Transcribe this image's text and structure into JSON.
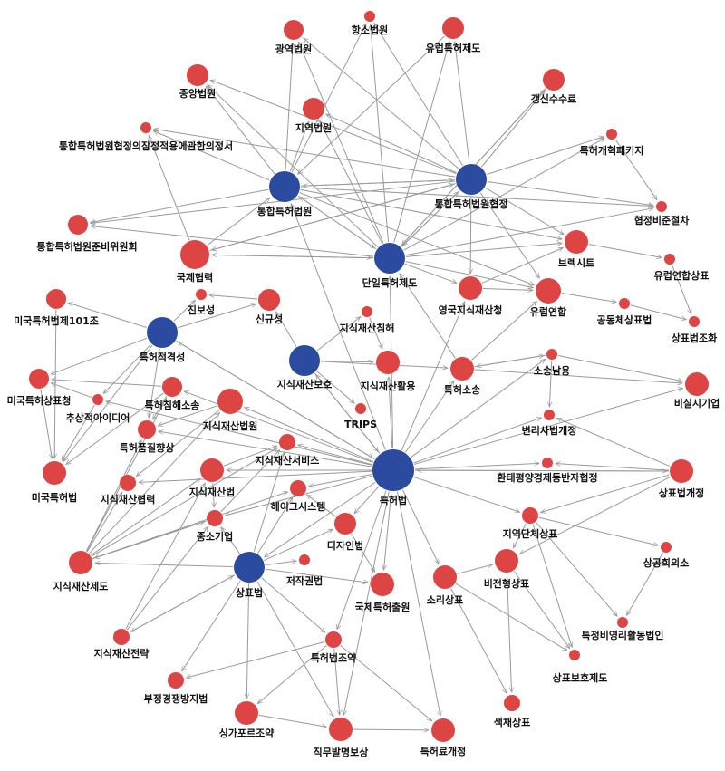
{
  "colors": {
    "red": "#dd4444",
    "blue": "#2a4ba0",
    "edge": "#999999"
  },
  "nodes": [
    {
      "id": "n0",
      "label": "항소법원",
      "color": "red"
    },
    {
      "id": "n1",
      "label": "광역법원",
      "color": "red"
    },
    {
      "id": "n2",
      "label": "유럽특허제도",
      "color": "red"
    },
    {
      "id": "n3",
      "label": "중앙법원",
      "color": "red"
    },
    {
      "id": "n4",
      "label": "갱신수수료",
      "color": "red"
    },
    {
      "id": "n5",
      "label": "지역법원",
      "color": "red"
    },
    {
      "id": "n6",
      "label": "통합특허법원협정의잠정적용에관한의정서",
      "color": "red"
    },
    {
      "id": "n7",
      "label": "특허개혁패키지",
      "color": "red"
    },
    {
      "id": "n8",
      "label": "통합특허법원협정",
      "color": "blue"
    },
    {
      "id": "n9",
      "label": "통합특허법원",
      "color": "blue"
    },
    {
      "id": "n10",
      "label": "협정비준절차",
      "color": "red"
    },
    {
      "id": "n11",
      "label": "통합특허법원준비위원회",
      "color": "red"
    },
    {
      "id": "n12",
      "label": "브렉시트",
      "color": "red"
    },
    {
      "id": "n13",
      "label": "국제협력",
      "color": "red"
    },
    {
      "id": "n14",
      "label": "단일특허제도",
      "color": "blue"
    },
    {
      "id": "n15",
      "label": "유럽연합상표",
      "color": "red"
    },
    {
      "id": "n16",
      "label": "미국특허법제101조",
      "color": "red"
    },
    {
      "id": "n17",
      "label": "진보성",
      "color": "red"
    },
    {
      "id": "n18",
      "label": "신규성",
      "color": "red"
    },
    {
      "id": "n19",
      "label": "영국지식재산청",
      "color": "red"
    },
    {
      "id": "n20",
      "label": "유럽연합",
      "color": "red"
    },
    {
      "id": "n21",
      "label": "지식재산침해",
      "color": "red"
    },
    {
      "id": "n22",
      "label": "공동체상표법",
      "color": "red"
    },
    {
      "id": "n23",
      "label": "상표법조화",
      "color": "red"
    },
    {
      "id": "n24",
      "label": "특허적격성",
      "color": "blue"
    },
    {
      "id": "n25",
      "label": "지식재산보호",
      "color": "blue"
    },
    {
      "id": "n26",
      "label": "지식재산활용",
      "color": "red"
    },
    {
      "id": "n27",
      "label": "소송남용",
      "color": "red"
    },
    {
      "id": "n28",
      "label": "특허소송",
      "color": "red"
    },
    {
      "id": "n29",
      "label": "미국특허상표청",
      "color": "red"
    },
    {
      "id": "n30",
      "label": "특허침해소송",
      "color": "red"
    },
    {
      "id": "n31",
      "label": "비실시기업",
      "color": "red"
    },
    {
      "id": "n32",
      "label": "추상적아이디어",
      "color": "red"
    },
    {
      "id": "n33",
      "label": "지식재산법원",
      "color": "red"
    },
    {
      "id": "n34",
      "label": "TRIPS",
      "color": "red"
    },
    {
      "id": "n35",
      "label": "변리사법개정",
      "color": "red"
    },
    {
      "id": "n36",
      "label": "특허품질향상",
      "color": "red"
    },
    {
      "id": "n37",
      "label": "지식재산서비스",
      "color": "red"
    },
    {
      "id": "n38",
      "label": "특허법",
      "color": "blue"
    },
    {
      "id": "n39",
      "label": "환태평양경제동반자협정",
      "color": "red"
    },
    {
      "id": "n40",
      "label": "미국특허법",
      "color": "red"
    },
    {
      "id": "n41",
      "label": "지식재산협력",
      "color": "red"
    },
    {
      "id": "n42",
      "label": "지식재산법",
      "color": "red"
    },
    {
      "id": "n43",
      "label": "상표법개정",
      "color": "red"
    },
    {
      "id": "n44",
      "label": "헤이그시스템",
      "color": "red"
    },
    {
      "id": "n45",
      "label": "중소기업",
      "color": "red"
    },
    {
      "id": "n46",
      "label": "디자인법",
      "color": "red"
    },
    {
      "id": "n47",
      "label": "지역단체상표",
      "color": "red"
    },
    {
      "id": "n48",
      "label": "상공회의소",
      "color": "red"
    },
    {
      "id": "n49",
      "label": "지식재산제도",
      "color": "red"
    },
    {
      "id": "n50",
      "label": "상표법",
      "color": "blue"
    },
    {
      "id": "n51",
      "label": "저작권법",
      "color": "red"
    },
    {
      "id": "n52",
      "label": "비전형상표",
      "color": "red"
    },
    {
      "id": "n53",
      "label": "소리상표",
      "color": "red"
    },
    {
      "id": "n54",
      "label": "국제특허출원",
      "color": "red"
    },
    {
      "id": "n55",
      "label": "특정비영리활동법인",
      "color": "red"
    },
    {
      "id": "n56",
      "label": "지식재산전략",
      "color": "red"
    },
    {
      "id": "n57",
      "label": "특허법조약",
      "color": "red"
    },
    {
      "id": "n58",
      "label": "상표보호제도",
      "color": "red"
    },
    {
      "id": "n59",
      "label": "부정경쟁방지법",
      "color": "red"
    },
    {
      "id": "n60",
      "label": "색채상표",
      "color": "red"
    },
    {
      "id": "n61",
      "label": "싱가포르조약",
      "color": "red"
    },
    {
      "id": "n62",
      "label": "직무발명보상",
      "color": "red"
    },
    {
      "id": "n63",
      "label": "특허료개정",
      "color": "red"
    }
  ],
  "edges": [
    [
      "n8",
      "n0"
    ],
    [
      "n8",
      "n1"
    ],
    [
      "n8",
      "n2"
    ],
    [
      "n8",
      "n3"
    ],
    [
      "n8",
      "n4"
    ],
    [
      "n8",
      "n5"
    ],
    [
      "n8",
      "n6"
    ],
    [
      "n8",
      "n7"
    ],
    [
      "n8",
      "n9"
    ],
    [
      "n8",
      "n10"
    ],
    [
      "n8",
      "n11"
    ],
    [
      "n8",
      "n12"
    ],
    [
      "n8",
      "n13"
    ],
    [
      "n8",
      "n14"
    ],
    [
      "n8",
      "n19"
    ],
    [
      "n8",
      "n20"
    ],
    [
      "n9",
      "n0"
    ],
    [
      "n9",
      "n1"
    ],
    [
      "n9",
      "n3"
    ],
    [
      "n9",
      "n5"
    ],
    [
      "n9",
      "n6"
    ],
    [
      "n9",
      "n11"
    ],
    [
      "n9",
      "n12"
    ],
    [
      "n9",
      "n8"
    ],
    [
      "n9",
      "n14"
    ],
    [
      "n9",
      "n10"
    ],
    [
      "n9",
      "n20"
    ],
    [
      "n14",
      "n0"
    ],
    [
      "n14",
      "n1"
    ],
    [
      "n14",
      "n2"
    ],
    [
      "n14",
      "n3"
    ],
    [
      "n14",
      "n4"
    ],
    [
      "n14",
      "n5"
    ],
    [
      "n14",
      "n7"
    ],
    [
      "n14",
      "n9"
    ],
    [
      "n14",
      "n8"
    ],
    [
      "n14",
      "n11"
    ],
    [
      "n14",
      "n12"
    ],
    [
      "n14",
      "n19"
    ],
    [
      "n14",
      "n20"
    ],
    [
      "n14",
      "n10"
    ],
    [
      "n14",
      "n13"
    ],
    [
      "n13",
      "n9"
    ],
    [
      "n13",
      "n14"
    ],
    [
      "n13",
      "n6"
    ],
    [
      "n13",
      "n8"
    ],
    [
      "n4",
      "n14"
    ],
    [
      "n2",
      "n9"
    ],
    [
      "n7",
      "n10"
    ],
    [
      "n12",
      "n15"
    ],
    [
      "n15",
      "n23"
    ],
    [
      "n20",
      "n22"
    ],
    [
      "n22",
      "n23"
    ],
    [
      "n24",
      "n16"
    ],
    [
      "n24",
      "n29"
    ],
    [
      "n24",
      "n32"
    ],
    [
      "n24",
      "n40"
    ],
    [
      "n24",
      "n36"
    ],
    [
      "n24",
      "n17"
    ],
    [
      "n24",
      "n18"
    ],
    [
      "n24",
      "n38"
    ],
    [
      "n25",
      "n21"
    ],
    [
      "n25",
      "n26"
    ],
    [
      "n25",
      "n28"
    ],
    [
      "n25",
      "n34"
    ],
    [
      "n25",
      "n38"
    ],
    [
      "n25",
      "n18"
    ],
    [
      "n28",
      "n27"
    ],
    [
      "n28",
      "n31"
    ],
    [
      "n28",
      "n14"
    ],
    [
      "n28",
      "n20"
    ],
    [
      "n27",
      "n31"
    ],
    [
      "n27",
      "n35"
    ],
    [
      "n27",
      "n28"
    ],
    [
      "n38",
      "n24"
    ],
    [
      "n38",
      "n25"
    ],
    [
      "n38",
      "n26"
    ],
    [
      "n38",
      "n27"
    ],
    [
      "n38",
      "n28"
    ],
    [
      "n38",
      "n33"
    ],
    [
      "n38",
      "n35"
    ],
    [
      "n38",
      "n37"
    ],
    [
      "n38",
      "n39"
    ],
    [
      "n38",
      "n42"
    ],
    [
      "n38",
      "n43"
    ],
    [
      "n38",
      "n44"
    ],
    [
      "n38",
      "n45"
    ],
    [
      "n38",
      "n46"
    ],
    [
      "n38",
      "n47"
    ],
    [
      "n38",
      "n53"
    ],
    [
      "n38",
      "n54"
    ],
    [
      "n38",
      "n57"
    ],
    [
      "n38",
      "n62"
    ],
    [
      "n38",
      "n63"
    ],
    [
      "n38",
      "n50"
    ],
    [
      "n38",
      "n19"
    ],
    [
      "n38",
      "n30"
    ],
    [
      "n38",
      "n36"
    ],
    [
      "n38",
      "n32"
    ],
    [
      "n38",
      "n41"
    ],
    [
      "n38",
      "n9"
    ],
    [
      "n38",
      "n31"
    ],
    [
      "n38",
      "n14"
    ],
    [
      "n43",
      "n35"
    ],
    [
      "n43",
      "n39"
    ],
    [
      "n43",
      "n47"
    ],
    [
      "n43",
      "n52"
    ],
    [
      "n43",
      "n38"
    ],
    [
      "n47",
      "n48"
    ],
    [
      "n47",
      "n55"
    ],
    [
      "n47",
      "n58"
    ],
    [
      "n47",
      "n52"
    ],
    [
      "n48",
      "n55"
    ],
    [
      "n52",
      "n60"
    ],
    [
      "n52",
      "n58"
    ],
    [
      "n53",
      "n52"
    ],
    [
      "n53",
      "n58"
    ],
    [
      "n53",
      "n60"
    ],
    [
      "n50",
      "n45"
    ],
    [
      "n50",
      "n46"
    ],
    [
      "n50",
      "n49"
    ],
    [
      "n50",
      "n51"
    ],
    [
      "n50",
      "n56"
    ],
    [
      "n50",
      "n57"
    ],
    [
      "n50",
      "n59"
    ],
    [
      "n50",
      "n61"
    ],
    [
      "n50",
      "n62"
    ],
    [
      "n50",
      "n44"
    ],
    [
      "n50",
      "n37"
    ],
    [
      "n50",
      "n54"
    ],
    [
      "n57",
      "n61"
    ],
    [
      "n57",
      "n62"
    ],
    [
      "n57",
      "n63"
    ],
    [
      "n57",
      "n59"
    ],
    [
      "n61",
      "n62"
    ],
    [
      "n62",
      "n63"
    ],
    [
      "n49",
      "n33"
    ],
    [
      "n49",
      "n41"
    ],
    [
      "n49",
      "n42"
    ],
    [
      "n49",
      "n45"
    ],
    [
      "n49",
      "n36"
    ],
    [
      "n49",
      "n37"
    ],
    [
      "n49",
      "n44"
    ],
    [
      "n49",
      "n30"
    ],
    [
      "n30",
      "n29"
    ],
    [
      "n30",
      "n40"
    ],
    [
      "n30",
      "n36"
    ],
    [
      "n33",
      "n36"
    ],
    [
      "n33",
      "n41"
    ],
    [
      "n42",
      "n45"
    ],
    [
      "n42",
      "n37"
    ],
    [
      "n46",
      "n44"
    ],
    [
      "n46",
      "n54"
    ],
    [
      "n56",
      "n45"
    ],
    [
      "n56",
      "n42"
    ],
    [
      "n56",
      "n50"
    ],
    [
      "n45",
      "n37"
    ],
    [
      "n45",
      "n49"
    ],
    [
      "n32",
      "n40"
    ],
    [
      "n32",
      "n29"
    ],
    [
      "n29",
      "n40"
    ],
    [
      "n16",
      "n40"
    ],
    [
      "n21",
      "n26"
    ],
    [
      "n18",
      "n17"
    ],
    [
      "n19",
      "n20"
    ],
    [
      "n19",
      "n12"
    ]
  ]
}
